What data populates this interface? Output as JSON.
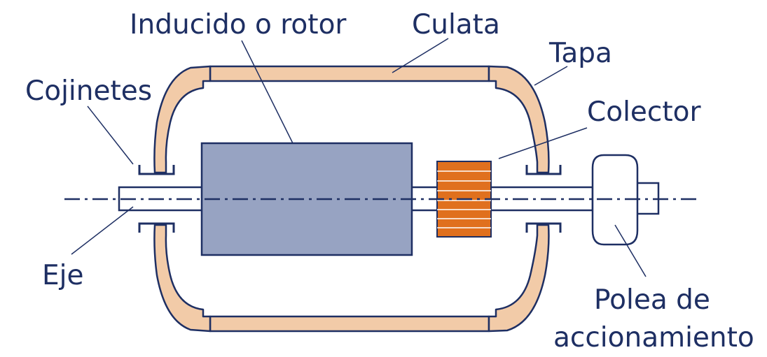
{
  "labels": {
    "rotor": "Inducido o rotor",
    "yoke": "Culata",
    "cover": "Tapa",
    "bearings": "Cojinetes",
    "commutator": "Colector",
    "shaft": "Eje",
    "pulley_line1": "Polea de",
    "pulley_line2": "accionamiento"
  },
  "colors": {
    "text": "#1e2f63",
    "outline": "#1e2f63",
    "housing_fill": "#f2cba8",
    "rotor_fill": "#97a3c2",
    "commutator_fill": "#e0701e",
    "background": "#ffffff"
  }
}
